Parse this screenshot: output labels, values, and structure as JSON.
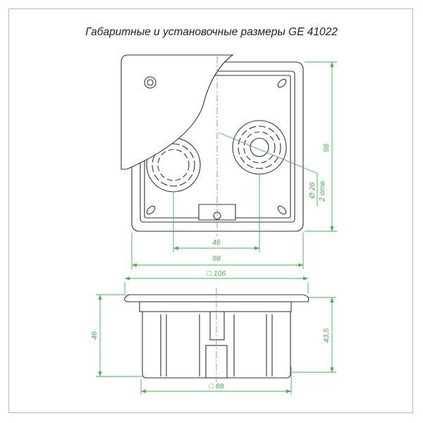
{
  "title": "Габаритные и установочные размеры GE 41022",
  "colors": {
    "dimension": "#3db54a",
    "outline": "#333333"
  },
  "top_view": {
    "dim_knockout_spacing": "46",
    "dim_width": "98",
    "dim_height": "98",
    "dim_hole_diameter": "Ø 26",
    "dim_hole_count": "2 отв."
  },
  "side_view": {
    "dim_flange": "□ 106",
    "dim_body": "□ 88",
    "dim_total_depth": "46",
    "dim_body_depth": "43,5"
  }
}
